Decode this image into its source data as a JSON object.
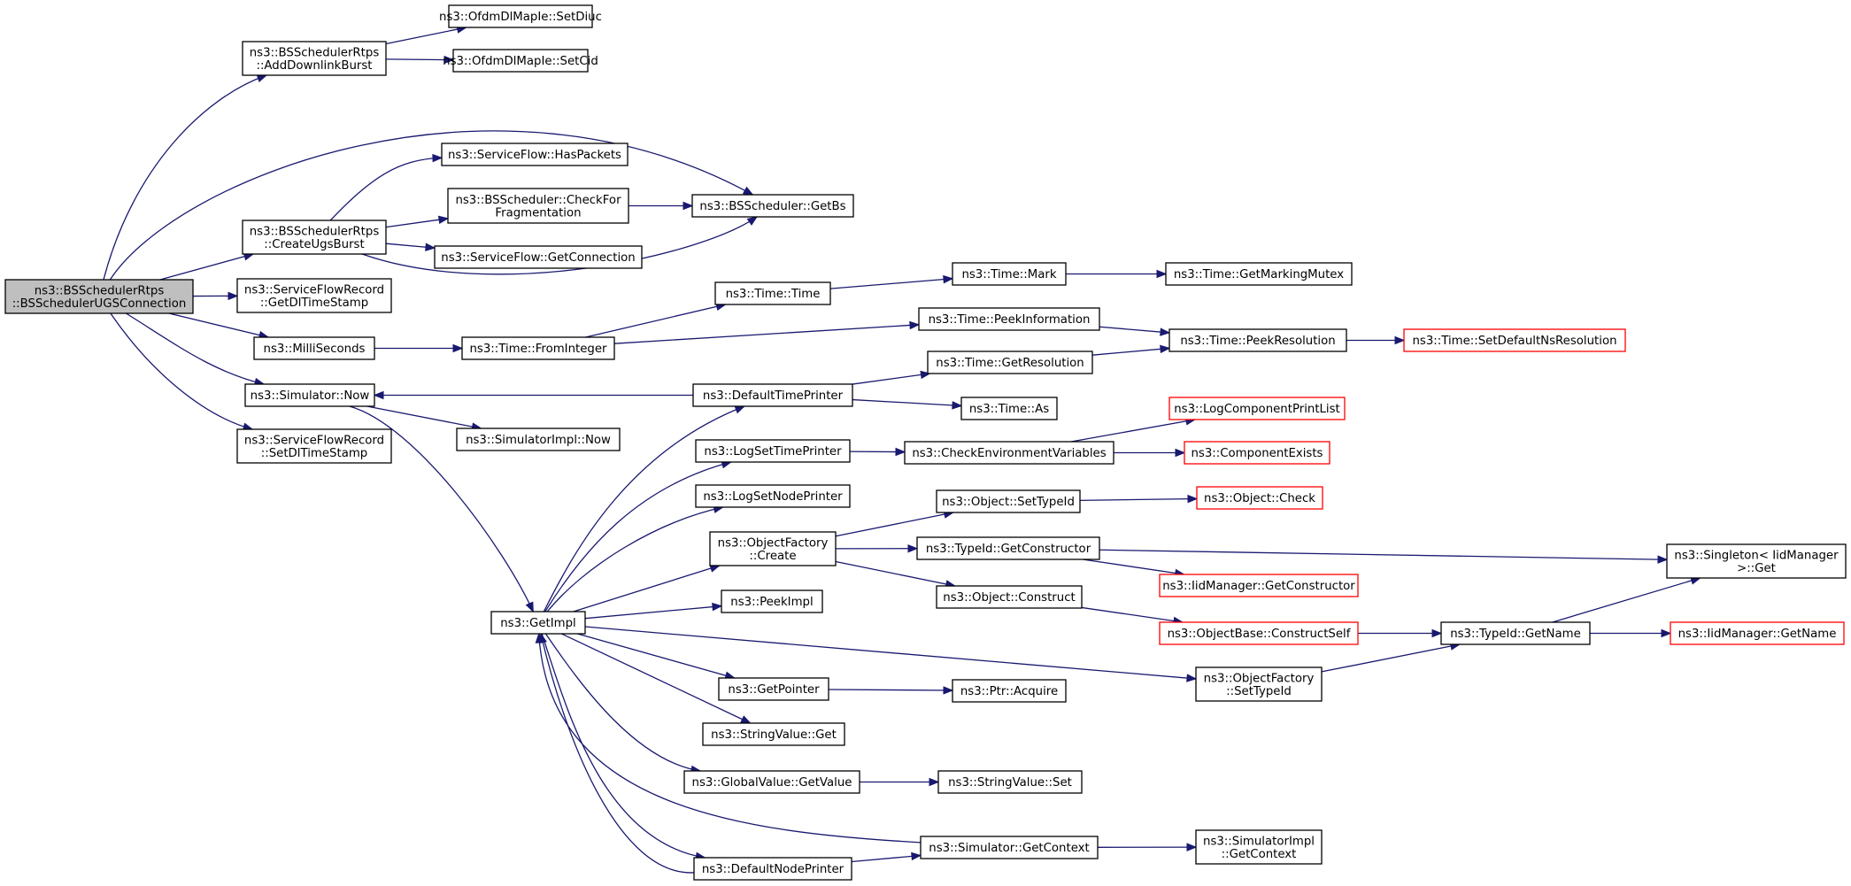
{
  "graph": {
    "nodes": [
      {
        "id": "root",
        "lines": [
          "ns3::BSSchedulerRtps",
          "::BSSchedulerUGSConnection"
        ],
        "style": "root"
      },
      {
        "id": "addDownlinkBurst",
        "lines": [
          "ns3::BSSchedulerRtps",
          "::AddDownlinkBurst"
        ],
        "style": "normal"
      },
      {
        "id": "setDiuc",
        "lines": [
          "ns3::OfdmDlMapIe::SetDiuc"
        ],
        "style": "normal"
      },
      {
        "id": "setCid",
        "lines": [
          "ns3::OfdmDlMapIe::SetCid"
        ],
        "style": "normal"
      },
      {
        "id": "hasPackets",
        "lines": [
          "ns3::ServiceFlow::HasPackets"
        ],
        "style": "normal"
      },
      {
        "id": "checkForFrag",
        "lines": [
          "ns3::BSScheduler::CheckFor",
          "Fragmentation"
        ],
        "style": "normal"
      },
      {
        "id": "getBs",
        "lines": [
          "ns3::BSScheduler::GetBs"
        ],
        "style": "normal"
      },
      {
        "id": "createUgsBurst",
        "lines": [
          "ns3::BSSchedulerRtps",
          "::CreateUgsBurst"
        ],
        "style": "normal"
      },
      {
        "id": "getConnection",
        "lines": [
          "ns3::ServiceFlow::GetConnection"
        ],
        "style": "normal"
      },
      {
        "id": "getDlTimeStamp",
        "lines": [
          "ns3::ServiceFlowRecord",
          "::GetDlTimeStamp"
        ],
        "style": "normal"
      },
      {
        "id": "timeTime",
        "lines": [
          "ns3::Time::Time"
        ],
        "style": "normal"
      },
      {
        "id": "timeMark",
        "lines": [
          "ns3::Time::Mark"
        ],
        "style": "normal"
      },
      {
        "id": "getMarkingMutex",
        "lines": [
          "ns3::Time::GetMarkingMutex"
        ],
        "style": "normal"
      },
      {
        "id": "milliSeconds",
        "lines": [
          "ns3::MilliSeconds"
        ],
        "style": "normal"
      },
      {
        "id": "fromInteger",
        "lines": [
          "ns3::Time::FromInteger"
        ],
        "style": "normal"
      },
      {
        "id": "peekInformation",
        "lines": [
          "ns3::Time::PeekInformation"
        ],
        "style": "normal"
      },
      {
        "id": "peekResolution",
        "lines": [
          "ns3::Time::PeekResolution"
        ],
        "style": "normal"
      },
      {
        "id": "setDefaultNsRes",
        "lines": [
          "ns3::Time::SetDefaultNsResolution"
        ],
        "style": "red"
      },
      {
        "id": "getResolution",
        "lines": [
          "ns3::Time::GetResolution"
        ],
        "style": "normal"
      },
      {
        "id": "simulatorNow",
        "lines": [
          "ns3::Simulator::Now"
        ],
        "style": "normal"
      },
      {
        "id": "defaultTimePrinter",
        "lines": [
          "ns3::DefaultTimePrinter"
        ],
        "style": "normal"
      },
      {
        "id": "timeAs",
        "lines": [
          "ns3::Time::As"
        ],
        "style": "normal"
      },
      {
        "id": "logComponentPrintList",
        "lines": [
          "ns3::LogComponentPrintList"
        ],
        "style": "red"
      },
      {
        "id": "setDlTimeStamp",
        "lines": [
          "ns3::ServiceFlowRecord",
          "::SetDlTimeStamp"
        ],
        "style": "normal"
      },
      {
        "id": "simImplNow",
        "lines": [
          "ns3::SimulatorImpl::Now"
        ],
        "style": "normal"
      },
      {
        "id": "logSetTimePrinter",
        "lines": [
          "ns3::LogSetTimePrinter"
        ],
        "style": "normal"
      },
      {
        "id": "checkEnvVars",
        "lines": [
          "ns3::CheckEnvironmentVariables"
        ],
        "style": "normal"
      },
      {
        "id": "componentExists",
        "lines": [
          "ns3::ComponentExists"
        ],
        "style": "red"
      },
      {
        "id": "logSetNodePrinter",
        "lines": [
          "ns3::LogSetNodePrinter"
        ],
        "style": "normal"
      },
      {
        "id": "objectSetTypeId",
        "lines": [
          "ns3::Object::SetTypeId"
        ],
        "style": "normal"
      },
      {
        "id": "objectCheck",
        "lines": [
          "ns3::Object::Check"
        ],
        "style": "red"
      },
      {
        "id": "objectFactoryCreate",
        "lines": [
          "ns3::ObjectFactory",
          "::Create"
        ],
        "style": "normal"
      },
      {
        "id": "typeIdGetConstructor",
        "lines": [
          "ns3::TypeId::GetConstructor"
        ],
        "style": "normal"
      },
      {
        "id": "singletonGet",
        "lines": [
          "ns3::Singleton< IidManager",
          " >::Get"
        ],
        "style": "normal"
      },
      {
        "id": "iidGetConstructor",
        "lines": [
          "ns3::IidManager::GetConstructor"
        ],
        "style": "red"
      },
      {
        "id": "objectConstruct",
        "lines": [
          "ns3::Object::Construct"
        ],
        "style": "normal"
      },
      {
        "id": "peekImpl",
        "lines": [
          "ns3::PeekImpl"
        ],
        "style": "normal"
      },
      {
        "id": "getImpl",
        "lines": [
          "ns3::GetImpl"
        ],
        "style": "normal"
      },
      {
        "id": "constructSelf",
        "lines": [
          "ns3::ObjectBase::ConstructSelf"
        ],
        "style": "red"
      },
      {
        "id": "typeIdGetName",
        "lines": [
          "ns3::TypeId::GetName"
        ],
        "style": "normal"
      },
      {
        "id": "iidGetName",
        "lines": [
          "ns3::IidManager::GetName"
        ],
        "style": "red"
      },
      {
        "id": "objectFactorySetTypeId",
        "lines": [
          "ns3::ObjectFactory",
          "::SetTypeId"
        ],
        "style": "normal"
      },
      {
        "id": "getPointer",
        "lines": [
          "ns3::GetPointer"
        ],
        "style": "normal"
      },
      {
        "id": "ptrAcquire",
        "lines": [
          "ns3::Ptr::Acquire"
        ],
        "style": "normal"
      },
      {
        "id": "stringValueGet",
        "lines": [
          "ns3::StringValue::Get"
        ],
        "style": "normal"
      },
      {
        "id": "globalValueGetValue",
        "lines": [
          "ns3::GlobalValue::GetValue"
        ],
        "style": "normal"
      },
      {
        "id": "stringValueSet",
        "lines": [
          "ns3::StringValue::Set"
        ],
        "style": "normal"
      },
      {
        "id": "simGetContext",
        "lines": [
          "ns3::Simulator::GetContext"
        ],
        "style": "normal"
      },
      {
        "id": "simImplGetContext",
        "lines": [
          "ns3::SimulatorImpl",
          "::GetContext"
        ],
        "style": "normal"
      },
      {
        "id": "defaultNodePrinter",
        "lines": [
          "ns3::DefaultNodePrinter"
        ],
        "style": "normal"
      }
    ],
    "edges": [
      {
        "from": "root",
        "to": "addDownlinkBurst"
      },
      {
        "from": "root",
        "to": "getBs"
      },
      {
        "from": "root",
        "to": "createUgsBurst"
      },
      {
        "from": "root",
        "to": "getDlTimeStamp"
      },
      {
        "from": "root",
        "to": "milliSeconds"
      },
      {
        "from": "root",
        "to": "simulatorNow"
      },
      {
        "from": "root",
        "to": "setDlTimeStamp"
      },
      {
        "from": "addDownlinkBurst",
        "to": "setDiuc"
      },
      {
        "from": "addDownlinkBurst",
        "to": "setCid"
      },
      {
        "from": "createUgsBurst",
        "to": "hasPackets"
      },
      {
        "from": "createUgsBurst",
        "to": "checkForFrag"
      },
      {
        "from": "createUgsBurst",
        "to": "getConnection"
      },
      {
        "from": "createUgsBurst",
        "to": "getBs"
      },
      {
        "from": "checkForFrag",
        "to": "getBs"
      },
      {
        "from": "milliSeconds",
        "to": "fromInteger"
      },
      {
        "from": "fromInteger",
        "to": "timeTime"
      },
      {
        "from": "fromInteger",
        "to": "peekInformation"
      },
      {
        "from": "timeTime",
        "to": "timeMark"
      },
      {
        "from": "timeMark",
        "to": "getMarkingMutex"
      },
      {
        "from": "peekInformation",
        "to": "peekResolution"
      },
      {
        "from": "peekResolution",
        "to": "setDefaultNsRes"
      },
      {
        "from": "getResolution",
        "to": "peekResolution"
      },
      {
        "from": "simulatorNow",
        "to": "simImplNow"
      },
      {
        "from": "simulatorNow",
        "to": "getImpl"
      },
      {
        "from": "defaultTimePrinter",
        "to": "simulatorNow"
      },
      {
        "from": "defaultTimePrinter",
        "to": "getResolution"
      },
      {
        "from": "defaultTimePrinter",
        "to": "timeAs"
      },
      {
        "from": "getImpl",
        "to": "defaultTimePrinter"
      },
      {
        "from": "getImpl",
        "to": "logSetTimePrinter"
      },
      {
        "from": "getImpl",
        "to": "logSetNodePrinter"
      },
      {
        "from": "getImpl",
        "to": "objectFactoryCreate"
      },
      {
        "from": "getImpl",
        "to": "peekImpl"
      },
      {
        "from": "getImpl",
        "to": "objectFactorySetTypeId"
      },
      {
        "from": "getImpl",
        "to": "getPointer"
      },
      {
        "from": "getImpl",
        "to": "stringValueGet"
      },
      {
        "from": "getImpl",
        "to": "globalValueGetValue"
      },
      {
        "from": "getImpl",
        "to": "defaultNodePrinter"
      },
      {
        "from": "logSetTimePrinter",
        "to": "checkEnvVars"
      },
      {
        "from": "checkEnvVars",
        "to": "logComponentPrintList"
      },
      {
        "from": "checkEnvVars",
        "to": "componentExists"
      },
      {
        "from": "objectFactoryCreate",
        "to": "objectSetTypeId"
      },
      {
        "from": "objectFactoryCreate",
        "to": "typeIdGetConstructor"
      },
      {
        "from": "objectFactoryCreate",
        "to": "objectConstruct"
      },
      {
        "from": "objectSetTypeId",
        "to": "objectCheck"
      },
      {
        "from": "typeIdGetConstructor",
        "to": "singletonGet"
      },
      {
        "from": "typeIdGetConstructor",
        "to": "iidGetConstructor"
      },
      {
        "from": "objectConstruct",
        "to": "constructSelf"
      },
      {
        "from": "constructSelf",
        "to": "typeIdGetName"
      },
      {
        "from": "typeIdGetName",
        "to": "singletonGet"
      },
      {
        "from": "typeIdGetName",
        "to": "iidGetName"
      },
      {
        "from": "objectFactorySetTypeId",
        "to": "typeIdGetName"
      },
      {
        "from": "getPointer",
        "to": "ptrAcquire"
      },
      {
        "from": "globalValueGetValue",
        "to": "stringValueSet"
      },
      {
        "from": "simGetContext",
        "to": "simImplGetContext"
      },
      {
        "from": "simGetContext",
        "to": "getImpl"
      },
      {
        "from": "defaultNodePrinter",
        "to": "simGetContext"
      },
      {
        "from": "defaultNodePrinter",
        "to": "getImpl"
      }
    ]
  }
}
